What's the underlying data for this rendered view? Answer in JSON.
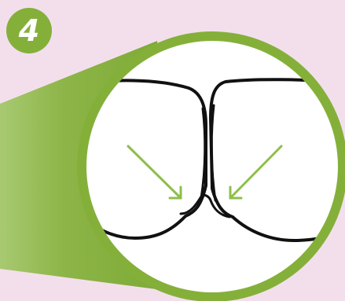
{
  "step": {
    "number": "4"
  },
  "colors": {
    "background": "#f3dfec",
    "green": "#84b03a",
    "arrow_green": "#8dbf4a",
    "circle_fill": "#ffffff",
    "outline": "#111111"
  },
  "illustration": {
    "subject": "eyeglasses-nose-bridge-closeup",
    "arrows": 2
  }
}
